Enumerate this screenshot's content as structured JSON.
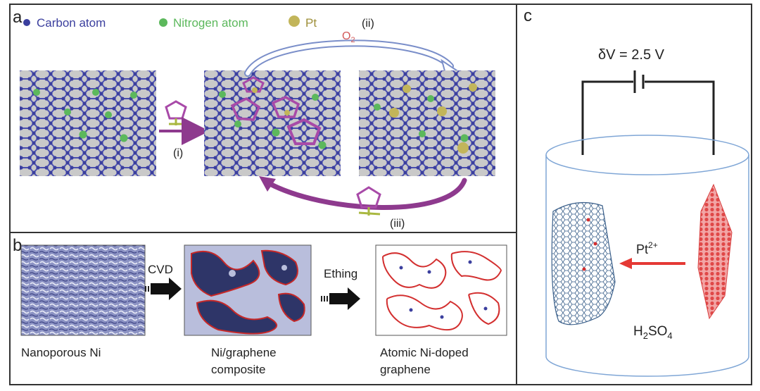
{
  "panel_a": {
    "letter": "a",
    "legend": {
      "carbon": "Carbon atom",
      "nitrogen": "Nitrogen atom",
      "pt": "Pt"
    },
    "steps": {
      "i": "(i)",
      "ii": "(ii)",
      "iii": "(iii)"
    },
    "o2": {
      "base": "O",
      "sub": "2"
    }
  },
  "panel_b": {
    "letter": "b",
    "cvd": "CVD",
    "etching": "Ething",
    "label_1": "Nanoporous Ni",
    "label_2_line1": "Ni/graphene",
    "label_2_line2": "composite",
    "label_3_line1": "Atomic Ni-doped",
    "label_3_line2": "graphene"
  },
  "panel_c": {
    "letter": "c",
    "voltage": "δV = 2.5 V",
    "ion": {
      "base": "Pt",
      "sup": "2+"
    },
    "electrolyte": {
      "a": "H",
      "b": "2",
      "c": "SO",
      "d": "4"
    }
  },
  "colors": {
    "carbon": "#3b3f9e",
    "bond": "#4a4fb0",
    "nitrogen": "#5cb85c",
    "pt": "#c2b55a",
    "molecule": "#a84aa8",
    "red": "#d32f2f",
    "cylinder": "#7fa6d6",
    "gray_plane": "#c9c9c9"
  }
}
